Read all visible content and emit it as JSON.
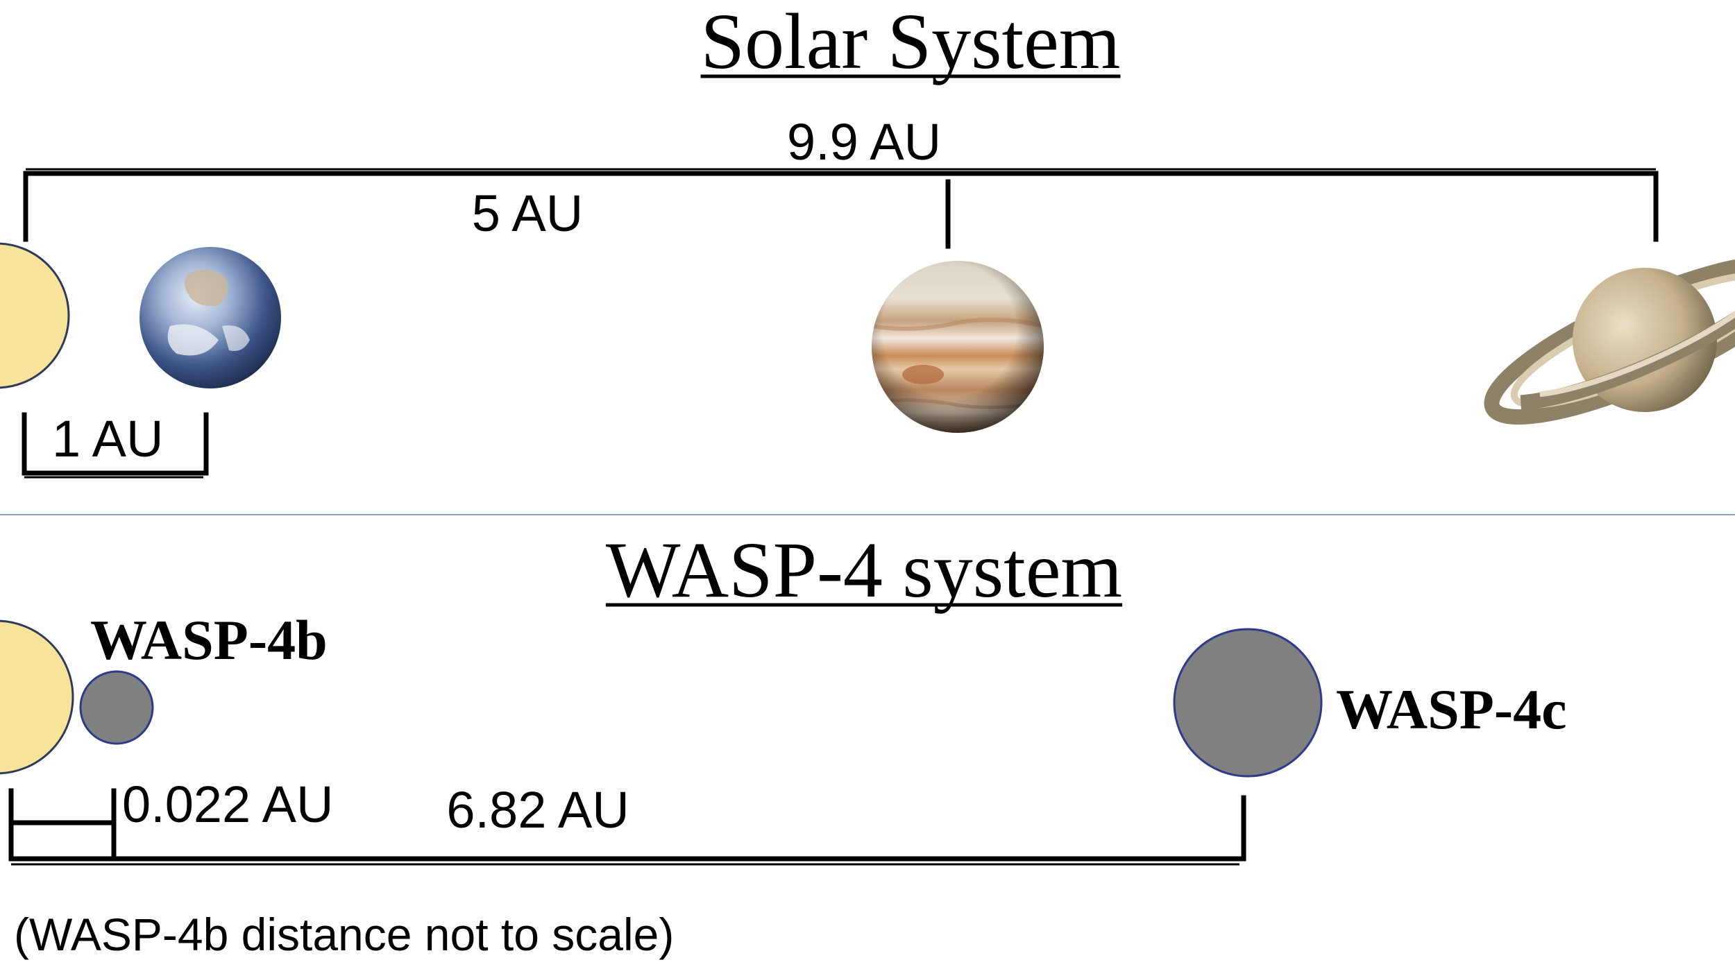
{
  "solar_system": {
    "title": "Solar System",
    "scale_labels": {
      "saturn_distance": "9.9  AU",
      "jupiter_distance": "5  AU",
      "earth_distance": "1 AU"
    },
    "colors": {
      "sun": "#f7e39a",
      "sun_outline": "#2f3a5a",
      "jupiter_band": "#c98d5a",
      "saturn_body": "#cdbb97"
    },
    "bodies": [
      "sun-icon",
      "earth-icon",
      "jupiter-icon",
      "saturn-icon"
    ]
  },
  "wasp4_system": {
    "title": "WASP-4 system",
    "planet_b_label": "WASP-4b",
    "planet_c_label": "WASP-4c",
    "scale_labels": {
      "planet_b_distance": "0.022 AU",
      "planet_c_distance": "6.82  AU"
    },
    "note": "(WASP-4b distance not to scale)",
    "colors": {
      "star": "#f7e39a",
      "planet": "#808080",
      "planet_outline": "#2f3a8a"
    }
  },
  "divider_color": "#8fa4b8"
}
